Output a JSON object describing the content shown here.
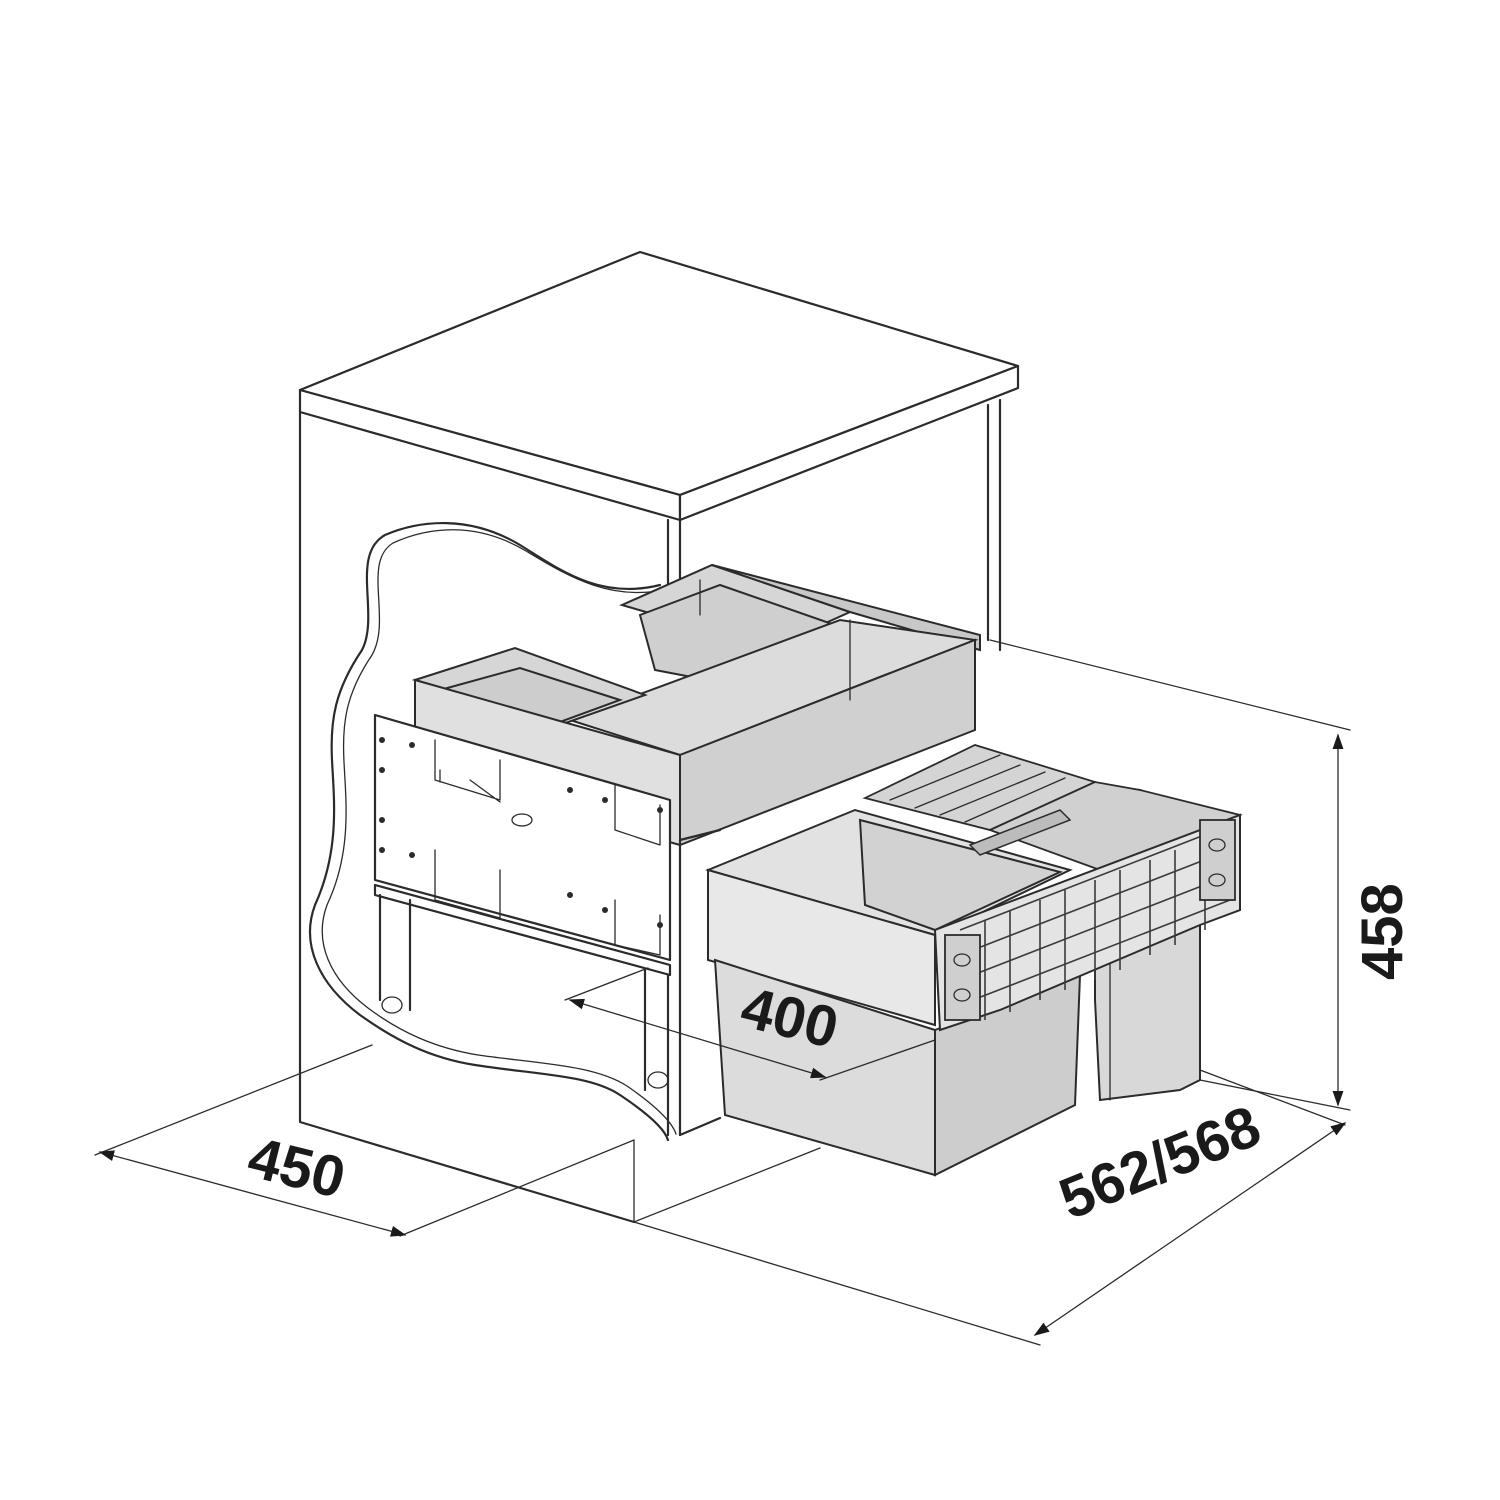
{
  "colors": {
    "line": "#2b2b2b",
    "bin_fill": "#d6d6d6",
    "bin_fill_dark": "#bfbfbf",
    "background": "#ffffff"
  },
  "dimensions": {
    "width_cabinet": "450",
    "inner_width": "400",
    "depth": "562/568",
    "height": "458"
  }
}
